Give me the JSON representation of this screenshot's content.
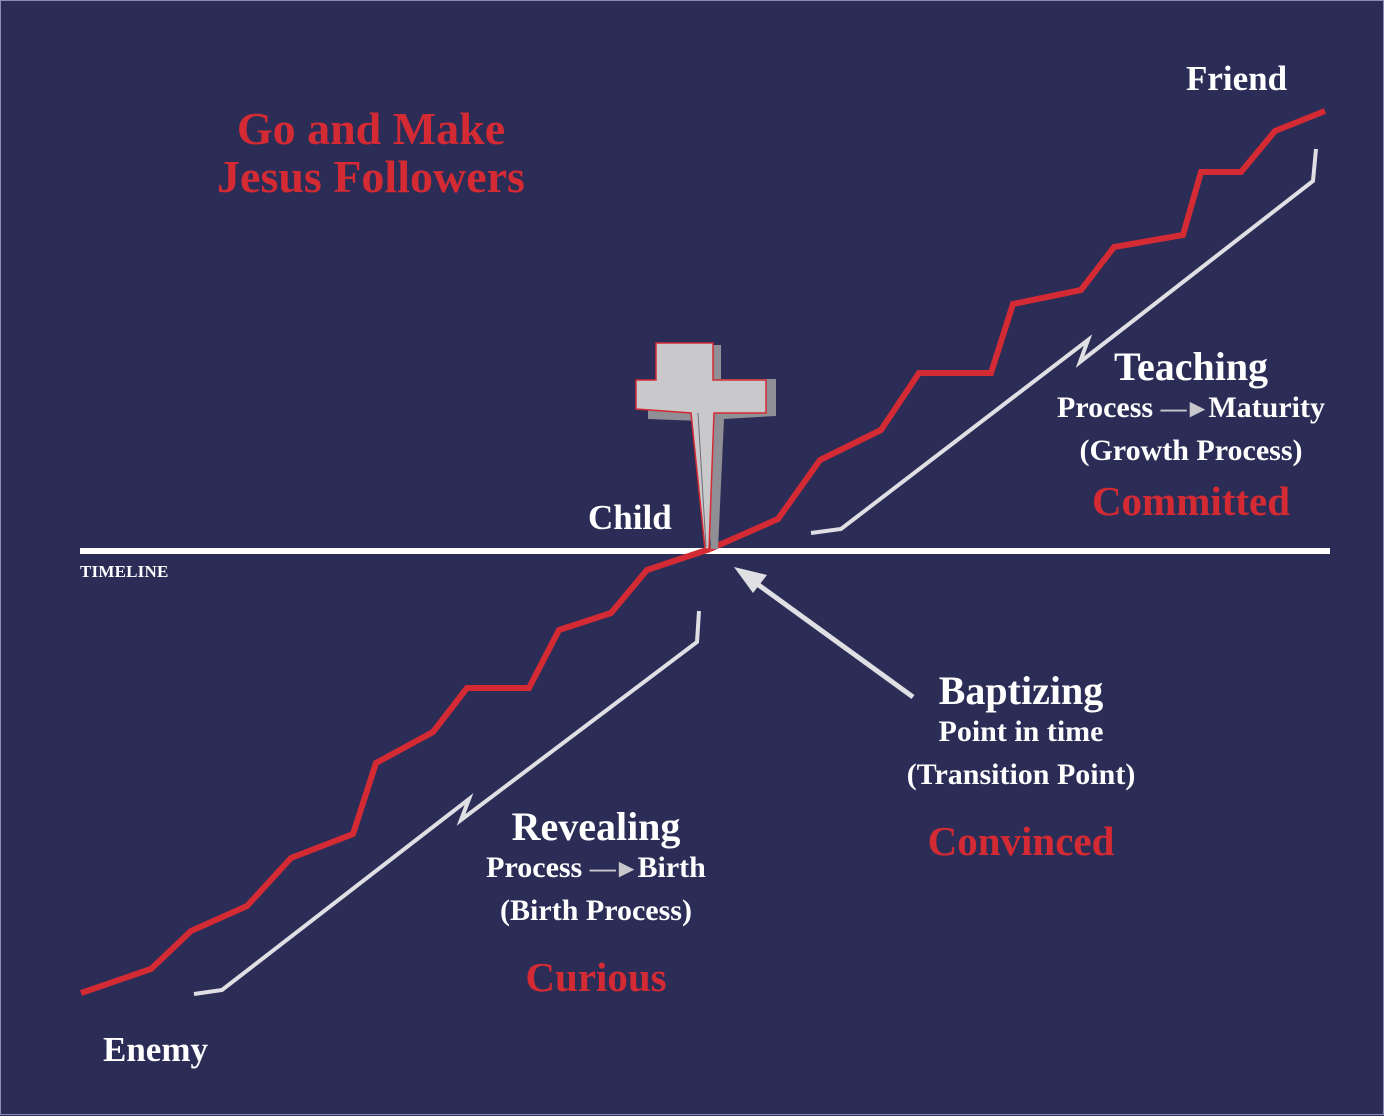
{
  "title": {
    "line1": "Go and Make",
    "line2": "Jesus Followers"
  },
  "endpoints": {
    "top": "Friend",
    "bottom": "Enemy",
    "middle": "Child"
  },
  "timeline_label": "TIMELINE",
  "stages": {
    "teaching": {
      "heading": "Teaching",
      "from": "Process",
      "to": "Maturity",
      "note": "(Growth Process)",
      "state": "Committed"
    },
    "baptizing": {
      "heading": "Baptizing",
      "line1": "Point in time",
      "note": "(Transition Point)",
      "state": "Convinced"
    },
    "revealing": {
      "heading": "Revealing",
      "from": "Process",
      "to": "Birth",
      "note": "(Birth Process)",
      "state": "Curious"
    }
  },
  "icons": {
    "cross": "cross-icon",
    "process_arrow": "arrow-right-icon"
  },
  "colors": {
    "background": "#2c2d57",
    "path_red": "#d42a33",
    "path_white": "#e0e0e4",
    "label_white": "#ffffff",
    "cross": "#c9c9cc"
  }
}
